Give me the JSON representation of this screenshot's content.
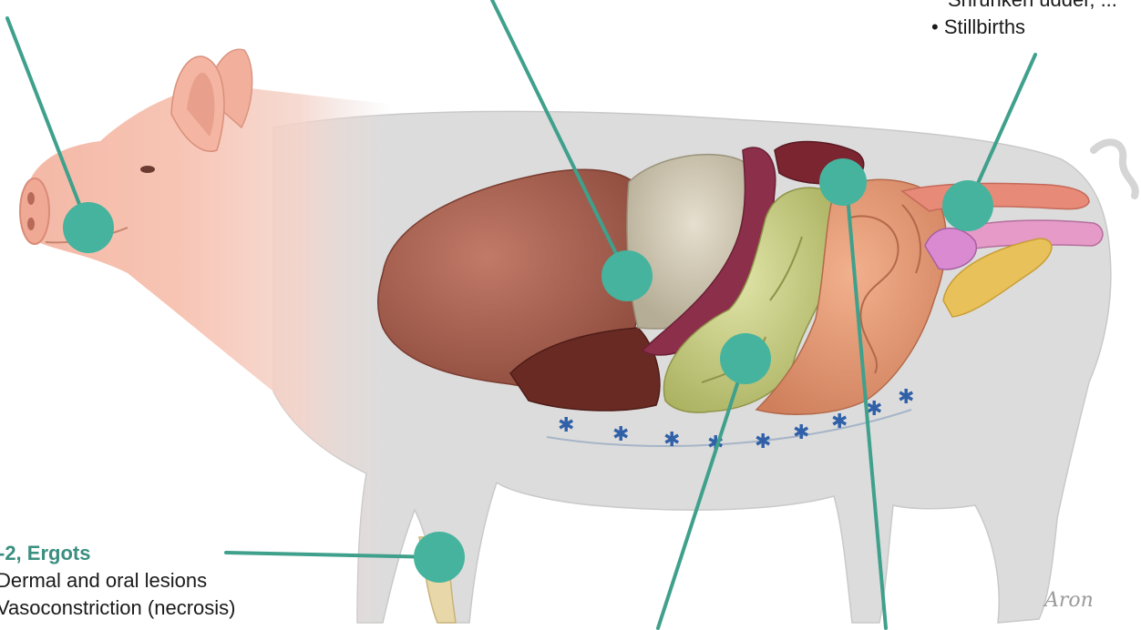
{
  "colors": {
    "accent": "#45b39d",
    "leader_line": "#3fa08c",
    "heading_text": "#3a8f80",
    "body_silhouette": "#dcdcdc"
  },
  "labels": {
    "top_right_cutoff": "Shrunken udder, ...",
    "top_right_bullet": "• Stillbirths",
    "leg_heading": "-2, Ergots",
    "leg_bullet_1": "Dermal and oral lesions",
    "leg_bullet_2": "Vasoconstriction (necrosis)"
  },
  "signature": "Aron",
  "callout_markers": [
    "snout-marker",
    "liver-marker",
    "intestine-marker",
    "kidney-marker",
    "reproductive-marker",
    "leg-marker"
  ]
}
